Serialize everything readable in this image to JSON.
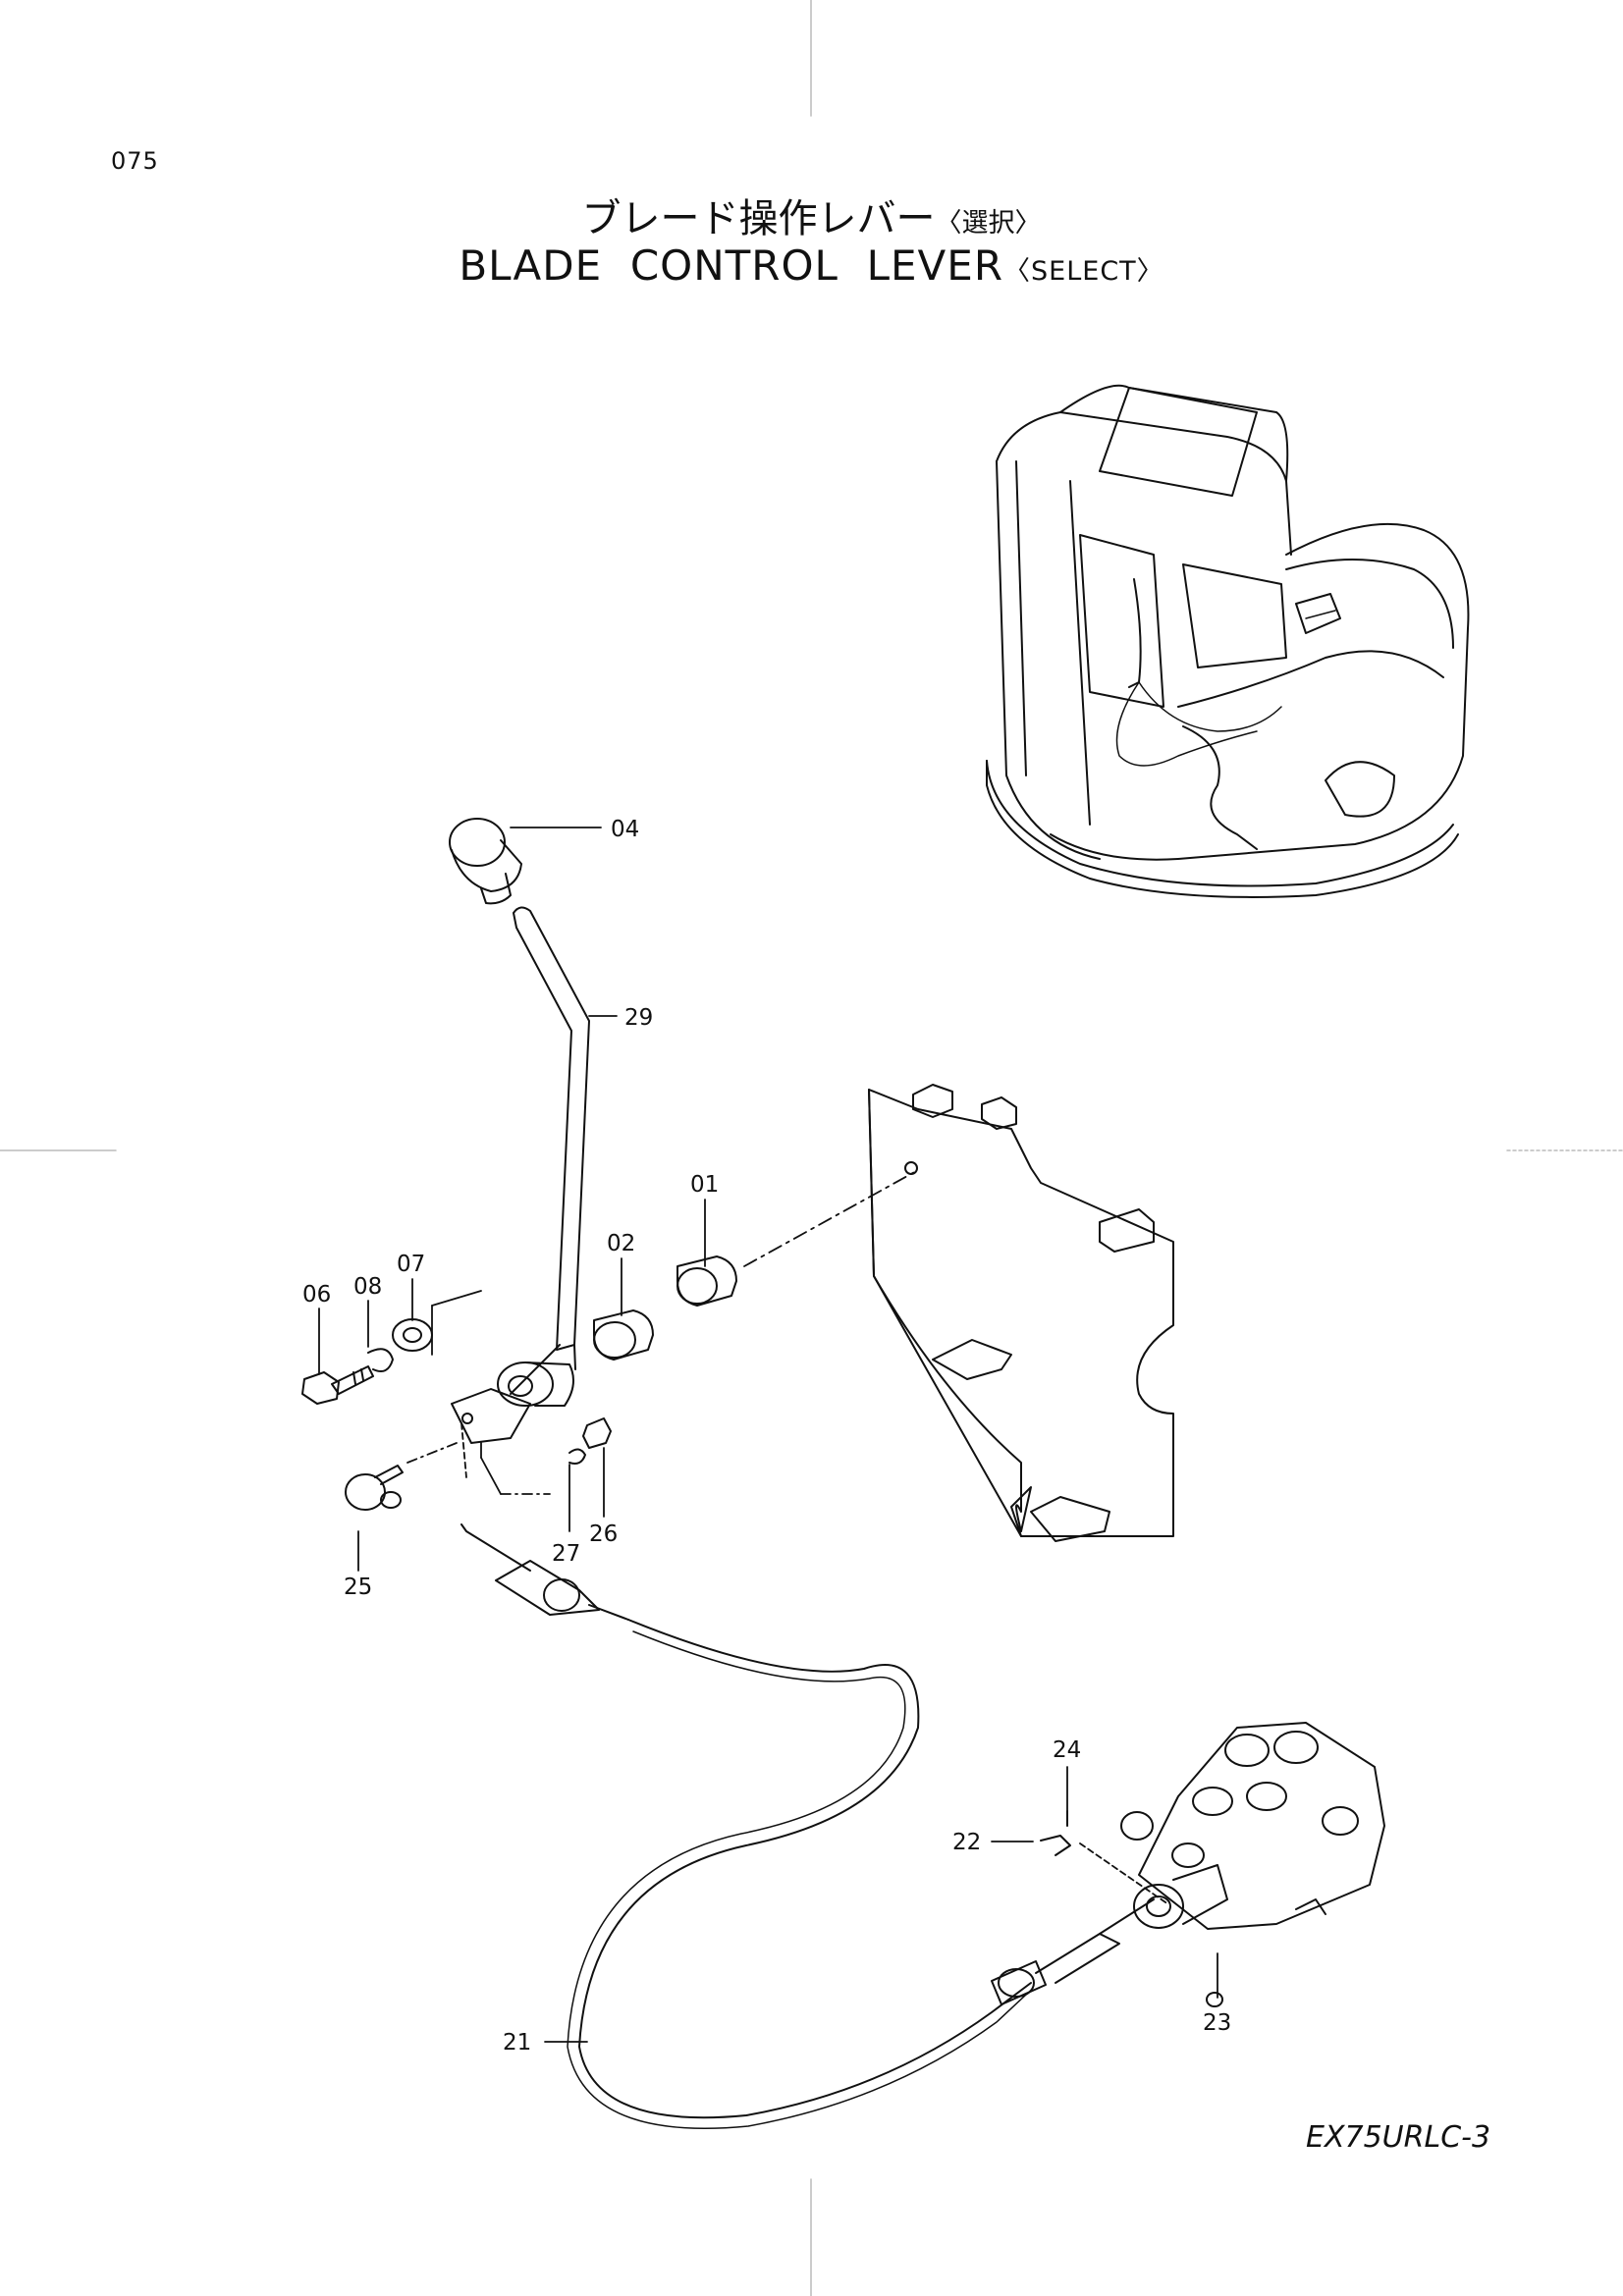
{
  "page_number": "075",
  "title_jp": "ブレード操作レバー",
  "title_jp_sub": "〈選択〉",
  "title_en": "BLADE  CONTROL  LEVER",
  "title_en_sub": "〈SELECT〉",
  "model": "EX75URLC-3",
  "parts": {
    "p01": "01",
    "p02": "02",
    "p04": "04",
    "p06": "06",
    "p07": "07",
    "p08": "08",
    "p21": "21",
    "p22": "22",
    "p23": "23",
    "p24": "24",
    "p25": "25",
    "p26": "26",
    "p27": "27",
    "p29": "29"
  }
}
